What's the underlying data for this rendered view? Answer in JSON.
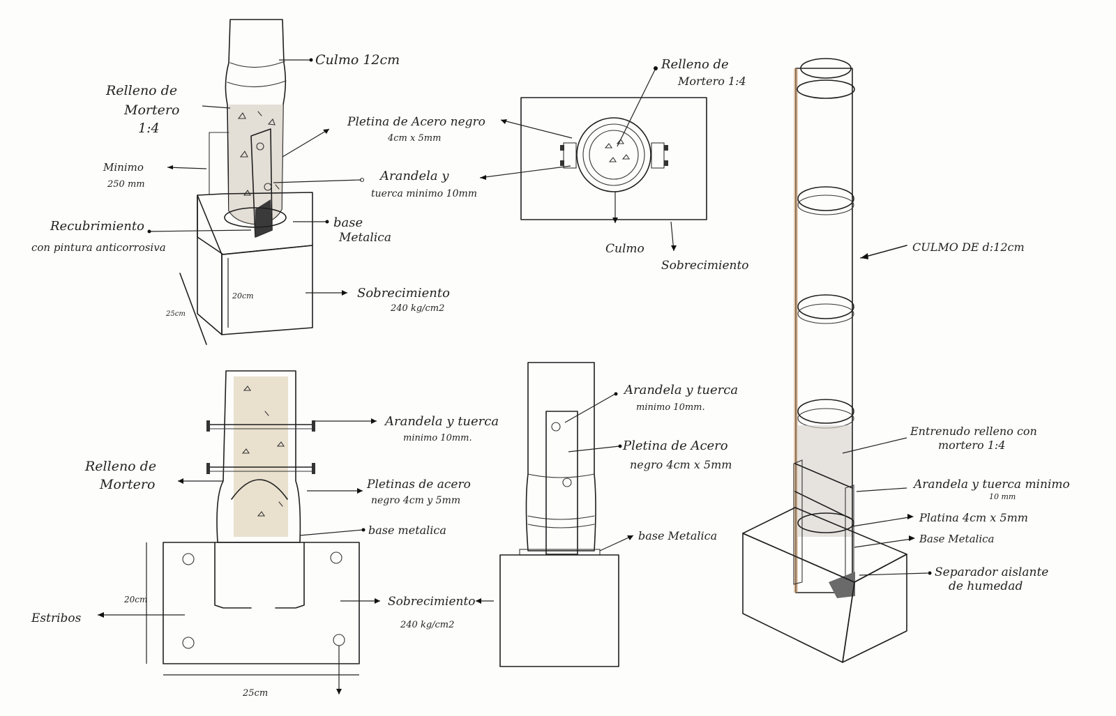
{
  "colors": {
    "bamboo": "#e9c9a0",
    "bamboo_top": "#e6b4a0",
    "concrete": "#e6e6e6",
    "steel": "#c9c9c9",
    "ink": "#1e1e1e",
    "ring": "#9a5a3c"
  },
  "detail1": {
    "culmo": "Culmo 12cm",
    "relleno_1": "Relleno de",
    "relleno_2": "Mortero",
    "relleno_3": "1:4",
    "minimo_1": "Minimo",
    "minimo_2": "250 mm",
    "pletina_1": "Pletina de Acero negro",
    "pletina_2": "4cm x 5mm",
    "arandela_1": "Arandela y",
    "arandela_2": "tuerca minimo 10mm",
    "recub_1": "Recubrimiento",
    "recub_2": "con pintura anticorrosiva",
    "base_1": "base",
    "base_2": "Metalica",
    "sobre_1": "Sobrecimiento",
    "sobre_2": "240 kg/cm2",
    "dim_20": "20cm",
    "dim_25": "25cm"
  },
  "detail2": {
    "relleno_1": "Relleno de",
    "relleno_2": "Mortero 1:4",
    "culmo": "Culmo",
    "sobre": "Sobrecimiento"
  },
  "detail3": {
    "culmo_de": "CULMO DE d:12cm",
    "entrenudo_1": "Entrenudo relleno con",
    "entrenudo_2": "mortero 1:4",
    "arandela_1": "Arandela y tuerca minimo",
    "arandela_2": "10 mm",
    "platina": "Platina 4cm x 5mm",
    "base": "Base Metalica",
    "separador_1": "Separador aislante",
    "separador_2": "de humedad"
  },
  "detail4": {
    "arandela_1": "Arandela y tuerca",
    "arandela_2": "minimo 10mm.",
    "relleno_1": "Relleno de",
    "relleno_2": "Mortero",
    "pletinas_1": "Pletinas de acero",
    "pletinas_2": "negro 4cm y 5mm",
    "base": "base metalica",
    "estribos": "Estribos",
    "sobre_1": "Sobrecimiento",
    "sobre_2": "240 kg/cm2",
    "dim_20": "20cm",
    "dim_25": "25cm"
  },
  "detail5": {
    "arandela_1": "Arandela y tuerca",
    "arandela_2": "minimo 10mm.",
    "pletina_1": "Pletina de Acero",
    "pletina_2": "negro 4cm x 5mm",
    "base": "base Metalica"
  }
}
